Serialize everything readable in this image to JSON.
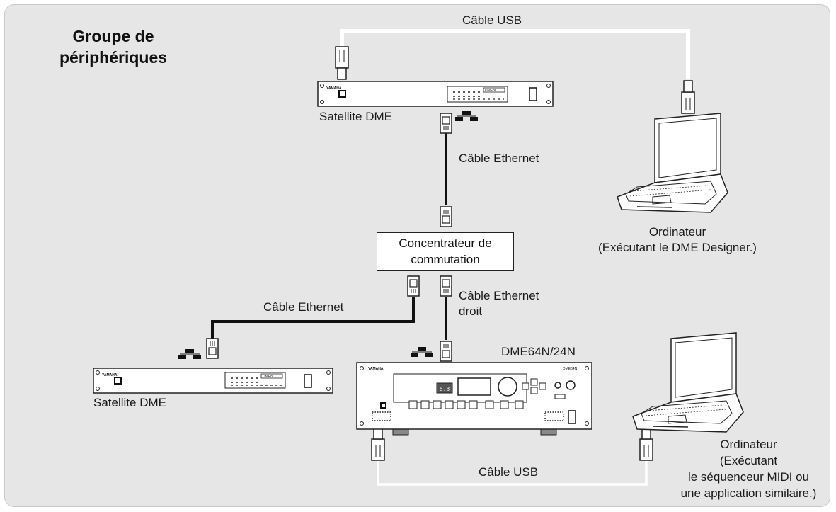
{
  "group_title": [
    "Groupe de",
    "périphériques"
  ],
  "labels": {
    "usb_top": "Câble USB",
    "usb_bottom": "Câble USB",
    "satellite_top": "Satellite DME",
    "satellite_left": "Satellite DME",
    "ethernet_vertical": "Câble Ethernet",
    "ethernet_left": "Câble Ethernet",
    "ethernet_straight": [
      "Câble Ethernet",
      "droit"
    ],
    "dme_main": "DME64N/24N",
    "hub": [
      "Concentrateur de",
      "commutation"
    ],
    "computer_top": [
      "Ordinateur",
      "(Exécutant le DME Designer.)"
    ],
    "computer_bottom": [
      "Ordinateur",
      "(Exécutant",
      "le séquenceur MIDI ou",
      "une application similaire.)"
    ]
  },
  "device_marks": {
    "brand": "YAMAHA",
    "satellite_model": "DME8i",
    "dme_model": "DME64N",
    "display": "8.8"
  },
  "colors": {
    "panel": "#e6e6e6",
    "cable": "#111111",
    "device": "#ffffff"
  }
}
